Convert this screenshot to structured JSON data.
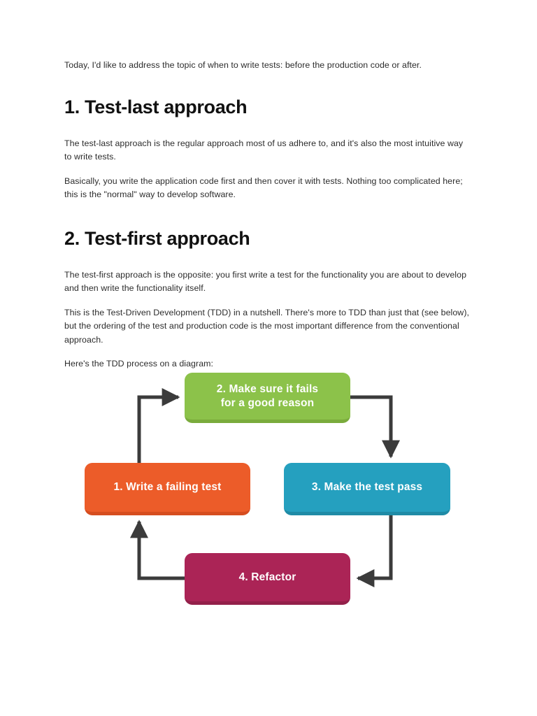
{
  "document": {
    "intro": "Today, I'd like to address the topic of when to write tests: before the production code or after.",
    "sections": [
      {
        "heading": "1. Test-last approach",
        "paragraphs": [
          "The test-last approach is the regular approach most of us adhere to, and it's also the most intuitive way to write tests.",
          "Basically, you write the application code first and then cover it with tests. Nothing too complicated here; this is the \"normal\" way to develop software."
        ]
      },
      {
        "heading": "2. Test-first approach",
        "paragraphs": [
          "The test-first approach is the opposite: you first write a test for the functionality you are about to develop and then write the functionality itself.",
          "This is the Test-Driven Development (TDD) in a nutshell. There's more to TDD than just that (see below), but the ordering of the test and production code is the most important difference from the conventional approach.",
          "Here's the TDD process on a diagram:"
        ]
      }
    ]
  },
  "diagram": {
    "name": "tdd-cycle-diagram",
    "nodes": [
      {
        "id": "step-1",
        "label": "1. Write a failing test",
        "color": "#ec5c29",
        "shadow": "#d64d1f"
      },
      {
        "id": "step-2",
        "label_line1": "2. Make sure it fails",
        "label_line2": "for a good reason",
        "color": "#8cc24a",
        "shadow": "#7aab3c"
      },
      {
        "id": "step-3",
        "label": "3. Make the test pass",
        "color": "#25a0bf",
        "shadow": "#1f8ba6"
      },
      {
        "id": "step-4",
        "label": "4. Refactor",
        "color": "#ab2456",
        "shadow": "#93204a"
      }
    ],
    "connector_color": "#3b3b3b",
    "flow": [
      "step-1",
      "step-2",
      "step-3",
      "step-4",
      "step-1"
    ]
  }
}
